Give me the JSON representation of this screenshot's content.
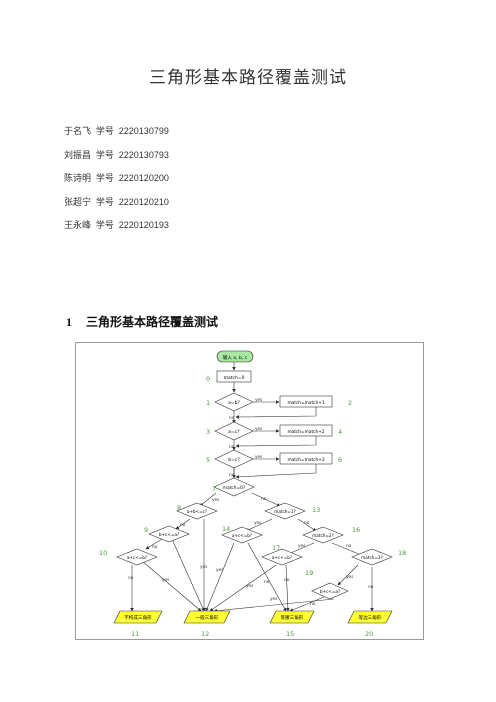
{
  "doc": {
    "title": "三角形基本路径覆盖测试",
    "authors": [
      {
        "name": "于名飞",
        "sid_label": "学号",
        "sid": "2220130799"
      },
      {
        "name": "刘振昌",
        "sid_label": "学号",
        "sid": "2220130793"
      },
      {
        "name": "陈诗明",
        "sid_label": "学号",
        "sid": "2220120200"
      },
      {
        "name": "张超宁",
        "sid_label": "学号",
        "sid": "2220120210"
      },
      {
        "name": "王永峰",
        "sid_label": "学号",
        "sid": "2220120193"
      }
    ],
    "section": {
      "number": "1",
      "title": "三角形基本路径覆盖测试"
    }
  },
  "flowchart": {
    "start": "输入 a, b, c",
    "init": "match=0",
    "cond_ab": "a=b?",
    "act_ab": "match=match+1",
    "cond_ac": "a=c?",
    "act_ac": "match=match+2",
    "cond_bc": "b=c?",
    "act_bc": "match=match+3",
    "cond_m0": "match=0?",
    "cond_abc": "a+b<=c?",
    "cond_bca": "b+c<=a?",
    "cond_acb": "a+c<=b?",
    "cond_m1": "match=1?",
    "cond_acb2": "a+c<=b?",
    "cond_m2": "match=2?",
    "cond_acb3": "a+c<=b?",
    "cond_bca2": "b+c<=a?",
    "cond_m3": "match=3?",
    "out_not": "不构成三角形",
    "out_normal": "一般三角形",
    "out_iso": "等腰三角形",
    "out_equi": "等边三角形",
    "yes": "yes",
    "no": "no",
    "nodes": {
      "n0": "0",
      "n1": "1",
      "n2": "2",
      "n3": "3",
      "n4": "4",
      "n5": "5",
      "n6": "6",
      "n7": "7",
      "n8": "8",
      "n9": "9",
      "n10": "10",
      "n11": "11",
      "n12": "12",
      "n13": "13",
      "n14": "14",
      "n15": "15",
      "n16": "16",
      "n17": "17",
      "n18": "18",
      "n19": "19",
      "n20": "20"
    },
    "colors": {
      "start_fill": "#a8e6a3",
      "output_fill": "#ffff33",
      "node_number": "#4a9a3a",
      "line": "#333333"
    }
  }
}
